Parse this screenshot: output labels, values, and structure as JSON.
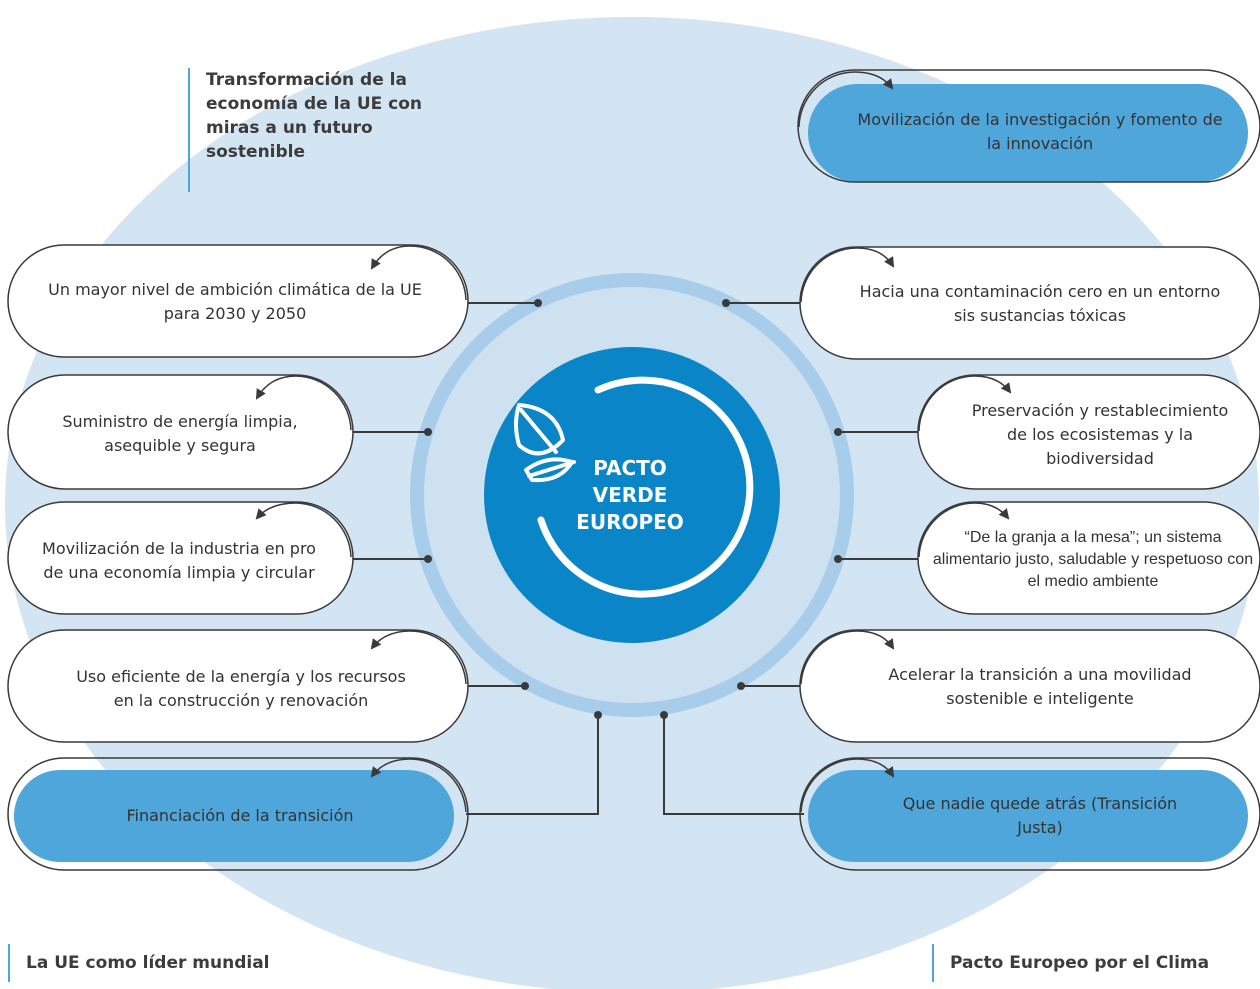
{
  "center": {
    "line1": "PACTO",
    "line2": "VERDE",
    "line3": "EUROPEO"
  },
  "headings": {
    "top": "Transformación de la economía de la UE con miras a un futuro sostenible",
    "bottom_left": "La UE como líder mundial",
    "bottom_right": "Pacto Europeo por el Clima"
  },
  "left_items": [
    "Un mayor nivel de ambición climática de la UE para 2030 y 2050",
    "Suministro de energía limpia, asequible y segura",
    "Movilización de la industria en pro de una economía limpia y circular",
    "Uso eficiente de la energía y los recursos en la construcción y renovación",
    "Financiación de la transición"
  ],
  "right_items": [
    "Movilización de la investigación y fomento de la innovación",
    "Hacia una contaminación cero en un entorno sis sustancias tóxicas",
    "Preservación y restablecimiento de los ecosistemas y la biodiversidad",
    "“De la granja a la mesa”; un sistema alimentario justo, saludable y respetuoso con el medio ambiente",
    "Acelerar la transición a una movilidad sostenible e inteligente",
    "Que nadie quede atrás (Transición Justa)"
  ],
  "colors": {
    "outer_ellipse": "#d3e4f2",
    "ring": "#a8cdea",
    "center": "#0a86c8",
    "highlight_fill": "#4ea6da",
    "outline": "#3a3a3a"
  },
  "icons": {
    "center_icon": "leaf-icon"
  }
}
